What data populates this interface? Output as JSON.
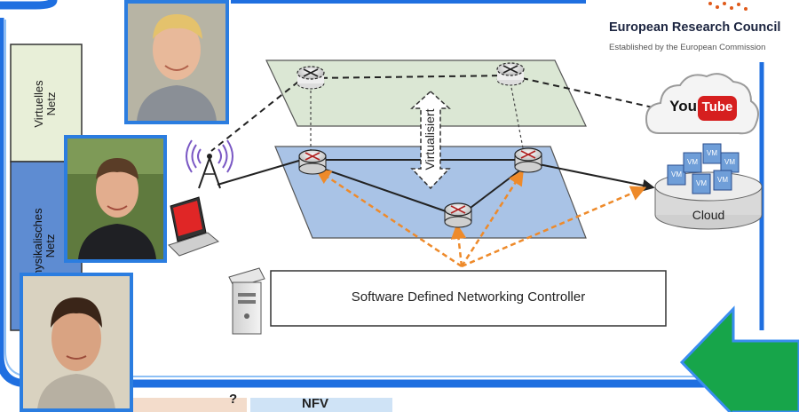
{
  "left_panel": {
    "virtual_label": "Virtuelles\nNetz",
    "physical_label": "Physikalisches\nNetz"
  },
  "diagram": {
    "virtualized_label": "Virtualisiert",
    "controller_label": "Software Defined Networking Controller",
    "cloud_label": "Cloud",
    "vm_label": "VM",
    "youtube_logo": {
      "you": "You",
      "tube": "Tube"
    }
  },
  "erc": {
    "name": "European Research Council",
    "subtitle": "Established by the European Commission"
  },
  "bottom": {
    "question_mark": "?",
    "nfv_label": "NFV"
  },
  "colors": {
    "frame_blue": "#1f6fe0",
    "virtual_plane": "#dbe7d4",
    "physical_plane": "#a9c3e6",
    "orange_dashed": "#ee8a2a",
    "green_arrow": "#17a54a"
  }
}
